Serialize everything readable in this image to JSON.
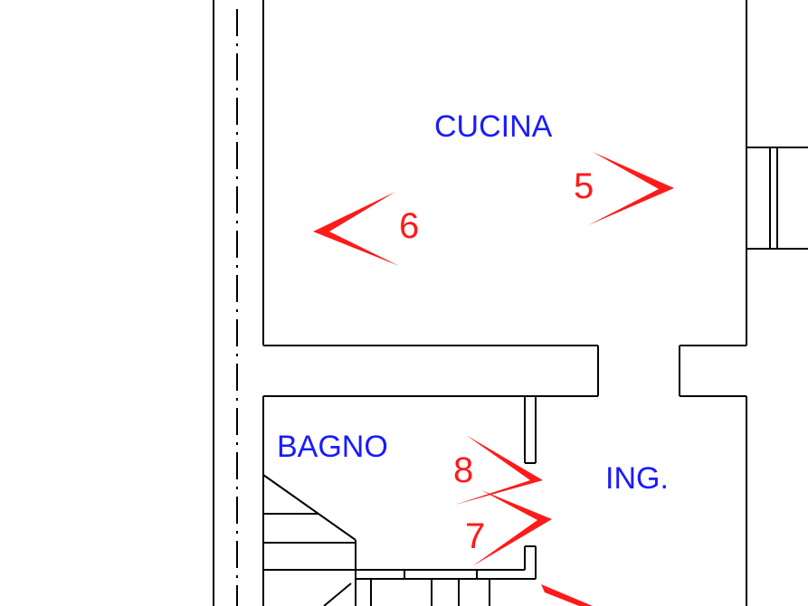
{
  "rooms": {
    "kitchen": "CUCINA",
    "bathroom": "BAGNO",
    "entrance": "ING."
  },
  "view_markers": [
    {
      "id": "5",
      "direction": "right"
    },
    {
      "id": "6",
      "direction": "left"
    },
    {
      "id": "7",
      "direction": "right"
    },
    {
      "id": "8",
      "direction": "right"
    }
  ],
  "colors": {
    "labels": "#1a1aff",
    "markers": "#ff1a1a",
    "walls": "#000000"
  }
}
